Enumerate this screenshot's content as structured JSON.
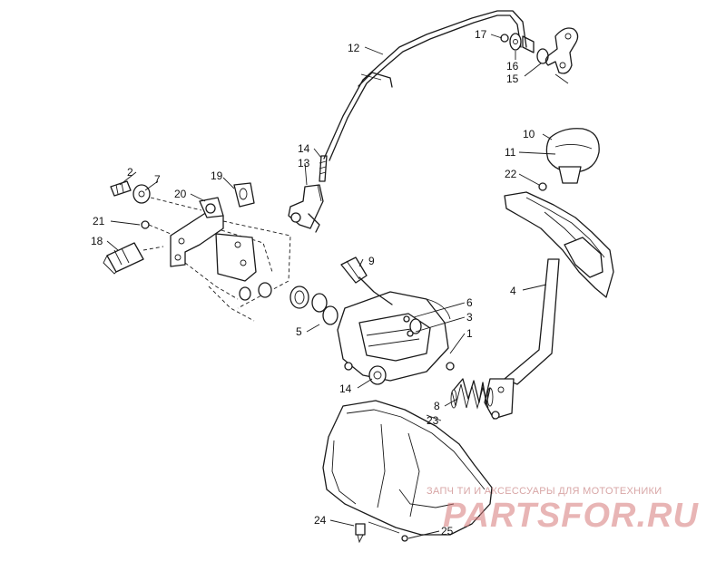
{
  "callouts": [
    {
      "id": "12",
      "label": "12"
    },
    {
      "id": "17",
      "label": "17"
    },
    {
      "id": "16",
      "label": "16"
    },
    {
      "id": "15",
      "label": "15"
    },
    {
      "id": "14a",
      "label": "14"
    },
    {
      "id": "13",
      "label": "13"
    },
    {
      "id": "10",
      "label": "10"
    },
    {
      "id": "11",
      "label": "11"
    },
    {
      "id": "22",
      "label": "22"
    },
    {
      "id": "2",
      "label": "2"
    },
    {
      "id": "7",
      "label": "7"
    },
    {
      "id": "19",
      "label": "19"
    },
    {
      "id": "20",
      "label": "20"
    },
    {
      "id": "21",
      "label": "21"
    },
    {
      "id": "18",
      "label": "18"
    },
    {
      "id": "9",
      "label": "9"
    },
    {
      "id": "4",
      "label": "4"
    },
    {
      "id": "6",
      "label": "6"
    },
    {
      "id": "3",
      "label": "3"
    },
    {
      "id": "5",
      "label": "5"
    },
    {
      "id": "1",
      "label": "1"
    },
    {
      "id": "14b",
      "label": "14"
    },
    {
      "id": "8",
      "label": "8"
    },
    {
      "id": "23",
      "label": "23"
    },
    {
      "id": "24",
      "label": "24"
    },
    {
      "id": "25",
      "label": "25"
    }
  ],
  "watermark": {
    "tagline": "ЗАПЧ  ТИ И АКСЕССУАРЫ ДЛЯ МОТОТЕХНИКИ",
    "logo": "PARTSFOR.RU"
  }
}
